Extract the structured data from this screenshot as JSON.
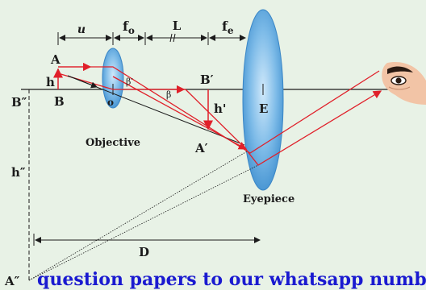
{
  "labels": {
    "u": "u",
    "fo": "f",
    "fo_sub": "o",
    "L": "L",
    "fe": "f",
    "fe_sub": "e",
    "A": "A",
    "B": "B",
    "h": "h",
    "o": "o",
    "beta_prime": "β′",
    "beta": "β",
    "B_prime": "B′",
    "h_prime": "h'",
    "A_prime": "A′",
    "E": "E",
    "B_dprime": "B″",
    "h_dprime": "h″",
    "A_dprime": "A″",
    "D": "D",
    "objective": "Objective",
    "eyepiece": "Eyepiece"
  },
  "banner": "question papers to our whatsapp numb",
  "colors": {
    "background": "#e8f2e6",
    "ray": "#e0202a",
    "lens": "#5aa6dc",
    "banner_text": "#1a1ad0"
  },
  "icons": {
    "eye": "eye-icon"
  }
}
